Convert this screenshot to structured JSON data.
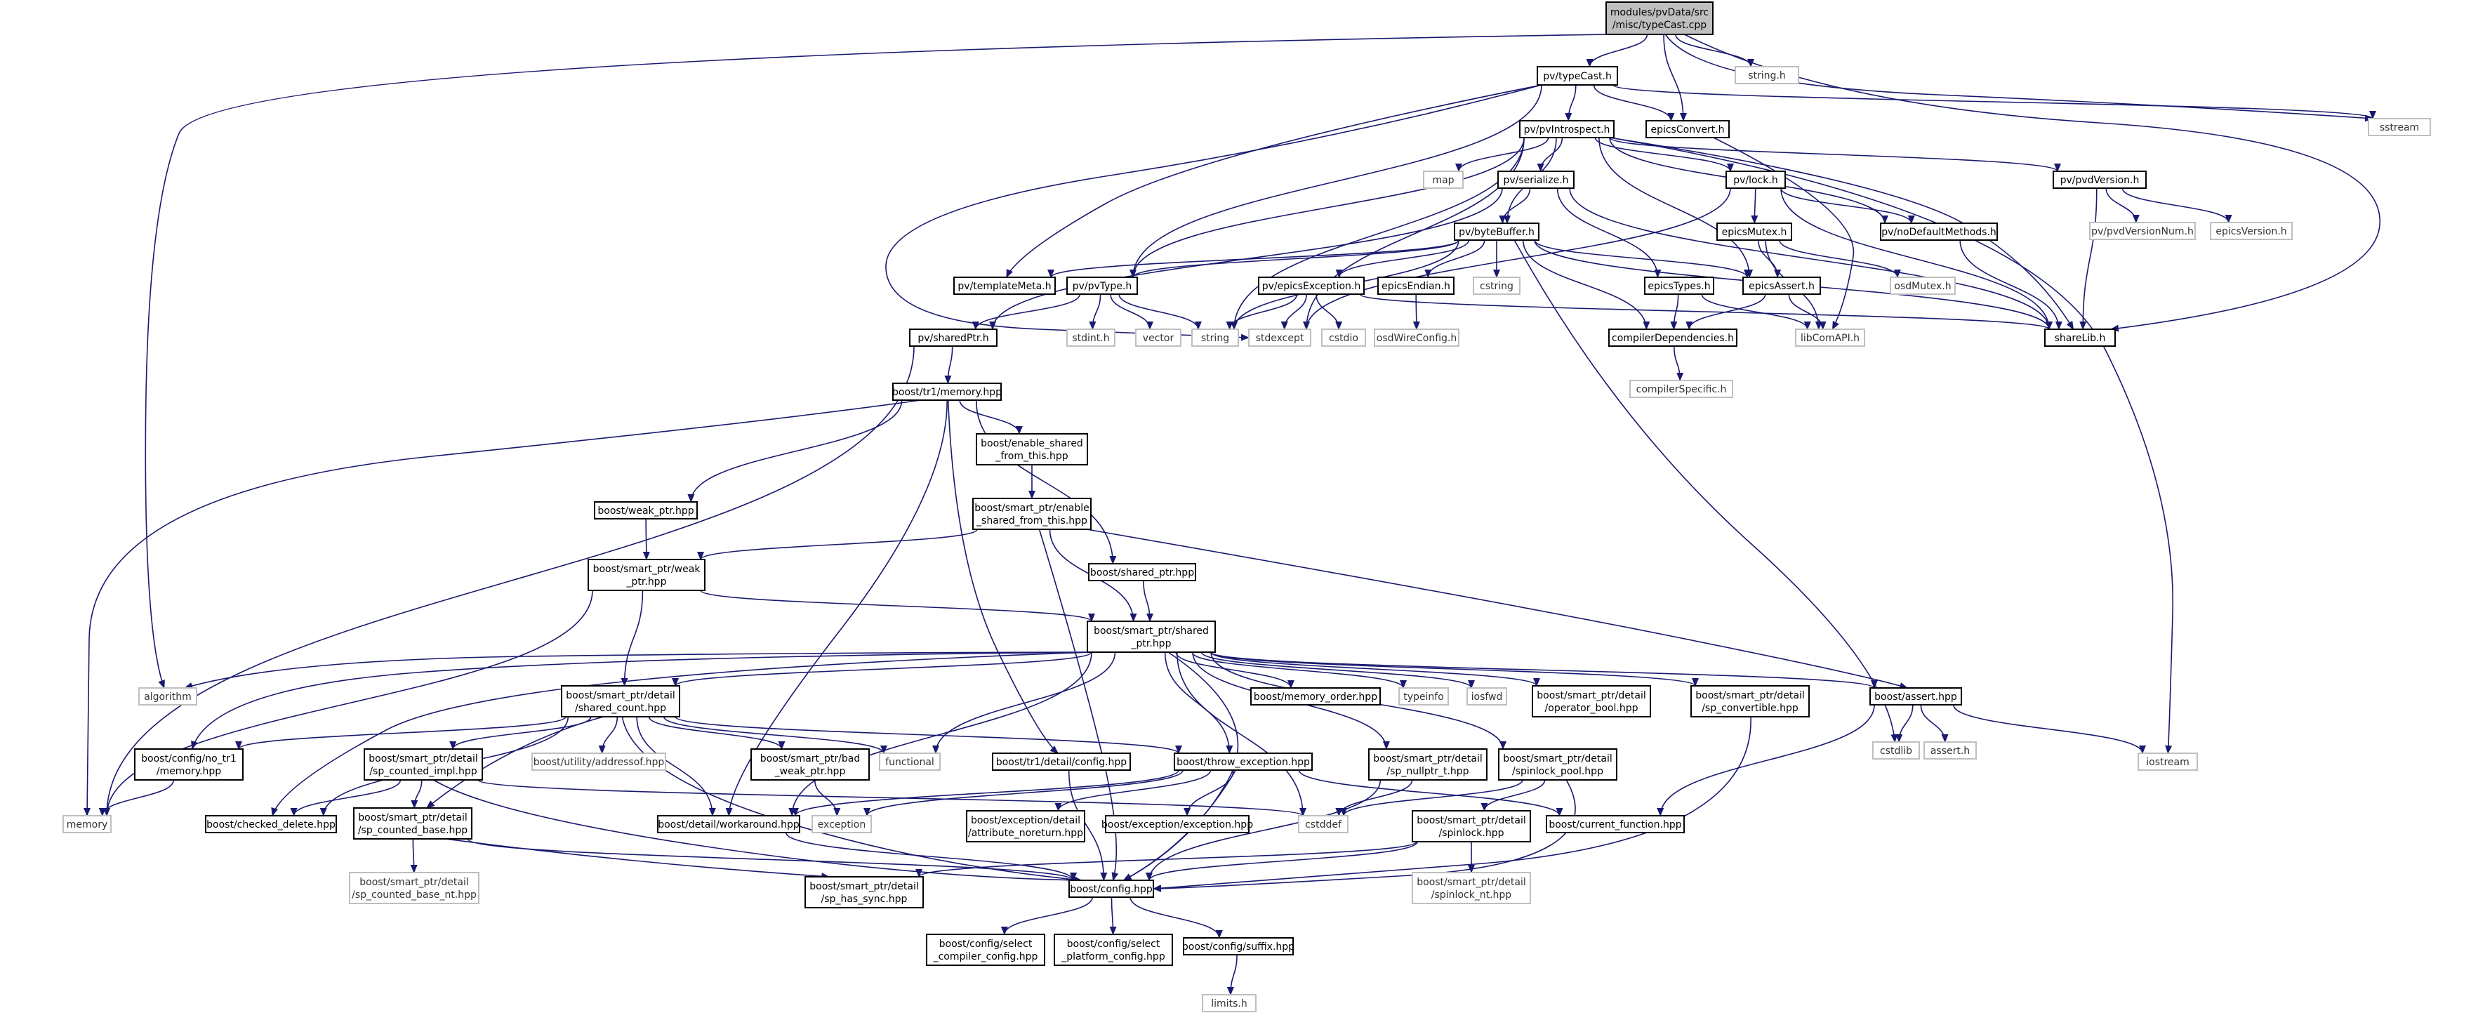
{
  "colors": {
    "edge": "#191970",
    "root_fill": "#bfbfbf",
    "node_border": "#000000",
    "system_border": "#bfbfbf"
  },
  "nodes": [
    {
      "id": "root",
      "label": [
        "modules/pvData/src",
        "/misc/typeCast.cpp"
      ],
      "kind": "root"
    },
    {
      "id": "typeCast",
      "label": [
        "pv/typeCast.h"
      ],
      "kind": "local"
    },
    {
      "id": "stringh",
      "label": [
        "string.h"
      ],
      "kind": "sys"
    },
    {
      "id": "sstream",
      "label": [
        "sstream"
      ],
      "kind": "sys"
    },
    {
      "id": "pvIntrospect",
      "label": [
        "pv/pvIntrospect.h"
      ],
      "kind": "local"
    },
    {
      "id": "epicsConvert",
      "label": [
        "epicsConvert.h"
      ],
      "kind": "local"
    },
    {
      "id": "map",
      "label": [
        "map"
      ],
      "kind": "sys"
    },
    {
      "id": "serialize",
      "label": [
        "pv/serialize.h"
      ],
      "kind": "local"
    },
    {
      "id": "lock",
      "label": [
        "pv/lock.h"
      ],
      "kind": "local"
    },
    {
      "id": "pvdVersion",
      "label": [
        "pv/pvdVersion.h"
      ],
      "kind": "local"
    },
    {
      "id": "pvdVersionNum",
      "label": [
        "pv/pvdVersionNum.h"
      ],
      "kind": "sys"
    },
    {
      "id": "epicsVersion",
      "label": [
        "epicsVersion.h"
      ],
      "kind": "sys"
    },
    {
      "id": "byteBuffer",
      "label": [
        "pv/byteBuffer.h"
      ],
      "kind": "local"
    },
    {
      "id": "epicsMutex",
      "label": [
        "epicsMutex.h"
      ],
      "kind": "local"
    },
    {
      "id": "noDefault",
      "label": [
        "pv/noDefaultMethods.h"
      ],
      "kind": "local"
    },
    {
      "id": "templateMeta",
      "label": [
        "pv/templateMeta.h"
      ],
      "kind": "local"
    },
    {
      "id": "pvType",
      "label": [
        "pv/pvType.h"
      ],
      "kind": "local"
    },
    {
      "id": "epicsException",
      "label": [
        "pv/epicsException.h"
      ],
      "kind": "local"
    },
    {
      "id": "epicsEndian",
      "label": [
        "epicsEndian.h"
      ],
      "kind": "local"
    },
    {
      "id": "cstring",
      "label": [
        "cstring"
      ],
      "kind": "sys"
    },
    {
      "id": "epicsTypes",
      "label": [
        "epicsTypes.h"
      ],
      "kind": "local"
    },
    {
      "id": "epicsAssert",
      "label": [
        "epicsAssert.h"
      ],
      "kind": "local"
    },
    {
      "id": "osdMutex",
      "label": [
        "osdMutex.h"
      ],
      "kind": "sys"
    },
    {
      "id": "stdint",
      "label": [
        "stdint.h"
      ],
      "kind": "sys"
    },
    {
      "id": "vector",
      "label": [
        "vector"
      ],
      "kind": "sys"
    },
    {
      "id": "string",
      "label": [
        "string"
      ],
      "kind": "sys"
    },
    {
      "id": "stdexcept",
      "label": [
        "stdexcept"
      ],
      "kind": "sys"
    },
    {
      "id": "cstdio",
      "label": [
        "cstdio"
      ],
      "kind": "sys"
    },
    {
      "id": "libComAPI",
      "label": [
        "libComAPI.h"
      ],
      "kind": "sys"
    },
    {
      "id": "shareLib",
      "label": [
        "shareLib.h"
      ],
      "kind": "local"
    },
    {
      "id": "sharedPtr",
      "label": [
        "pv/sharedPtr.h"
      ],
      "kind": "local"
    },
    {
      "id": "osdWireConfig",
      "label": [
        "osdWireConfig.h"
      ],
      "kind": "sys"
    },
    {
      "id": "compilerDep",
      "label": [
        "compilerDependencies.h"
      ],
      "kind": "local"
    },
    {
      "id": "compilerSpec",
      "label": [
        "compilerSpecific.h"
      ],
      "kind": "sys"
    },
    {
      "id": "tr1memory",
      "label": [
        "boost/tr1/memory.hpp"
      ],
      "kind": "local"
    },
    {
      "id": "enableShared",
      "label": [
        "boost/enable_shared",
        "_from_this.hpp"
      ],
      "kind": "local"
    },
    {
      "id": "spEnableShared",
      "label": [
        "boost/smart_ptr/enable",
        "_shared_from_this.hpp"
      ],
      "kind": "local"
    },
    {
      "id": "weakPtrHpp",
      "label": [
        "boost/weak_ptr.hpp"
      ],
      "kind": "local"
    },
    {
      "id": "spWeakPtr",
      "label": [
        "boost/smart_ptr/weak",
        "_ptr.hpp"
      ],
      "kind": "local"
    },
    {
      "id": "sharedPtrHpp",
      "label": [
        "boost/shared_ptr.hpp"
      ],
      "kind": "local"
    },
    {
      "id": "spSharedPtr",
      "label": [
        "boost/smart_ptr/shared",
        "_ptr.hpp"
      ],
      "kind": "local"
    },
    {
      "id": "algorithm",
      "label": [
        "algorithm"
      ],
      "kind": "sys"
    },
    {
      "id": "sharedCount",
      "label": [
        "boost/smart_ptr/detail",
        "/shared_count.hpp"
      ],
      "kind": "local"
    },
    {
      "id": "memoryOrder",
      "label": [
        "boost/memory_order.hpp"
      ],
      "kind": "local"
    },
    {
      "id": "typeinfo",
      "label": [
        "typeinfo"
      ],
      "kind": "sys"
    },
    {
      "id": "iosfwd",
      "label": [
        "iosfwd"
      ],
      "kind": "sys"
    },
    {
      "id": "operatorBool",
      "label": [
        "boost/smart_ptr/detail",
        "/operator_bool.hpp"
      ],
      "kind": "local"
    },
    {
      "id": "spConvertible",
      "label": [
        "boost/smart_ptr/detail",
        "/sp_convertible.hpp"
      ],
      "kind": "local"
    },
    {
      "id": "boostAssert",
      "label": [
        "boost/assert.hpp"
      ],
      "kind": "local"
    },
    {
      "id": "cstdlib",
      "label": [
        "cstdlib"
      ],
      "kind": "sys"
    },
    {
      "id": "asserth",
      "label": [
        "assert.h"
      ],
      "kind": "sys"
    },
    {
      "id": "iostream",
      "label": [
        "iostream"
      ],
      "kind": "sys"
    },
    {
      "id": "noTr1Memory",
      "label": [
        "boost/config/no_tr1",
        "/memory.hpp"
      ],
      "kind": "local"
    },
    {
      "id": "memory",
      "label": [
        "memory"
      ],
      "kind": "sys"
    },
    {
      "id": "addressof",
      "label": [
        "boost/utility/addressof.hpp"
      ],
      "kind": "sys"
    },
    {
      "id": "spCountedImpl",
      "label": [
        "boost/smart_ptr/detail",
        "/sp_counted_impl.hpp"
      ],
      "kind": "local"
    },
    {
      "id": "badWeakPtr",
      "label": [
        "boost/smart_ptr/bad",
        "_weak_ptr.hpp"
      ],
      "kind": "local"
    },
    {
      "id": "functional",
      "label": [
        "functional"
      ],
      "kind": "sys"
    },
    {
      "id": "tr1Config",
      "label": [
        "boost/tr1/detail/config.hpp"
      ],
      "kind": "local"
    },
    {
      "id": "throwException",
      "label": [
        "boost/throw_exception.hpp"
      ],
      "kind": "local"
    },
    {
      "id": "spNullptr",
      "label": [
        "boost/smart_ptr/detail",
        "/sp_nullptr_t.hpp"
      ],
      "kind": "local"
    },
    {
      "id": "spinlockPool",
      "label": [
        "boost/smart_ptr/detail",
        "/spinlock_pool.hpp"
      ],
      "kind": "local"
    },
    {
      "id": "checkedDelete",
      "label": [
        "boost/checked_delete.hpp"
      ],
      "kind": "local"
    },
    {
      "id": "spCountedBase",
      "label": [
        "boost/smart_ptr/detail",
        "/sp_counted_base.hpp"
      ],
      "kind": "local"
    },
    {
      "id": "workaround",
      "label": [
        "boost/detail/workaround.hpp"
      ],
      "kind": "local"
    },
    {
      "id": "exception",
      "label": [
        "exception"
      ],
      "kind": "sys"
    },
    {
      "id": "attrNoreturn",
      "label": [
        "boost/exception/detail",
        "/attribute_noreturn.hpp"
      ],
      "kind": "local"
    },
    {
      "id": "exceptionHpp",
      "label": [
        "boost/exception/exception.hpp"
      ],
      "kind": "local"
    },
    {
      "id": "cstddef",
      "label": [
        "cstddef"
      ],
      "kind": "sys"
    },
    {
      "id": "spinlock",
      "label": [
        "boost/smart_ptr/detail",
        "/spinlock.hpp"
      ],
      "kind": "local"
    },
    {
      "id": "currentFunction",
      "label": [
        "boost/current_function.hpp"
      ],
      "kind": "local"
    },
    {
      "id": "spCountedBaseNt",
      "label": [
        "boost/smart_ptr/detail",
        "/sp_counted_base_nt.hpp"
      ],
      "kind": "sys"
    },
    {
      "id": "spHasSync",
      "label": [
        "boost/smart_ptr/detail",
        "/sp_has_sync.hpp"
      ],
      "kind": "local"
    },
    {
      "id": "boostConfig",
      "label": [
        "boost/config.hpp"
      ],
      "kind": "local"
    },
    {
      "id": "spinlockNt",
      "label": [
        "boost/smart_ptr/detail",
        "/spinlock_nt.hpp"
      ],
      "kind": "sys"
    },
    {
      "id": "selectCompiler",
      "label": [
        "boost/config/select",
        "_compiler_config.hpp"
      ],
      "kind": "local"
    },
    {
      "id": "selectPlatform",
      "label": [
        "boost/config/select",
        "_platform_config.hpp"
      ],
      "kind": "local"
    },
    {
      "id": "suffix",
      "label": [
        "boost/config/suffix.hpp"
      ],
      "kind": "local"
    },
    {
      "id": "limits",
      "label": [
        "limits.h"
      ],
      "kind": "sys"
    }
  ],
  "edges": [
    [
      "root",
      "typeCast"
    ],
    [
      "root",
      "stringh"
    ],
    [
      "root",
      "sstream"
    ],
    [
      "root",
      "epicsConvert"
    ],
    [
      "root",
      "algorithm"
    ],
    [
      "root",
      "shareLib"
    ],
    [
      "typeCast",
      "pvIntrospect"
    ],
    [
      "typeCast",
      "epicsConvert"
    ],
    [
      "typeCast",
      "sstream"
    ],
    [
      "typeCast",
      "templateMeta"
    ],
    [
      "typeCast",
      "pvType"
    ],
    [
      "typeCast",
      "stdexcept"
    ],
    [
      "epicsConvert",
      "libComAPI"
    ],
    [
      "pvIntrospect",
      "map"
    ],
    [
      "pvIntrospect",
      "serialize"
    ],
    [
      "pvIntrospect",
      "lock"
    ],
    [
      "pvIntrospect",
      "pvdVersion"
    ],
    [
      "pvIntrospect",
      "byteBuffer"
    ],
    [
      "pvIntrospect",
      "noDefault"
    ],
    [
      "pvIntrospect",
      "pvType"
    ],
    [
      "pvIntrospect",
      "string"
    ],
    [
      "pvIntrospect",
      "stdexcept"
    ],
    [
      "pvIntrospect",
      "epicsAssert"
    ],
    [
      "pvIntrospect",
      "shareLib"
    ],
    [
      "pvIntrospect",
      "iostream"
    ],
    [
      "serialize",
      "byteBuffer"
    ],
    [
      "serialize",
      "sharedPtr"
    ],
    [
      "serialize",
      "epicsTypes"
    ],
    [
      "serialize",
      "shareLib"
    ],
    [
      "lock",
      "epicsMutex"
    ],
    [
      "lock",
      "noDefault"
    ],
    [
      "lock",
      "shareLib"
    ],
    [
      "lock",
      "stdexcept"
    ],
    [
      "pvdVersion",
      "pvdVersionNum"
    ],
    [
      "pvdVersion",
      "epicsVersion"
    ],
    [
      "pvdVersion",
      "shareLib"
    ],
    [
      "byteBuffer",
      "templateMeta"
    ],
    [
      "byteBuffer",
      "pvType"
    ],
    [
      "byteBuffer",
      "epicsException"
    ],
    [
      "byteBuffer",
      "epicsEndian"
    ],
    [
      "byteBuffer",
      "cstring"
    ],
    [
      "byteBuffer",
      "epicsAssert"
    ],
    [
      "byteBuffer",
      "compilerDep"
    ],
    [
      "byteBuffer",
      "shareLib"
    ],
    [
      "byteBuffer",
      "string"
    ],
    [
      "byteBuffer",
      "cstdlib"
    ],
    [
      "epicsMutex",
      "epicsAssert"
    ],
    [
      "epicsMutex",
      "osdMutex"
    ],
    [
      "epicsMutex",
      "libComAPI"
    ],
    [
      "noDefault",
      "shareLib"
    ],
    [
      "pvType",
      "stdint"
    ],
    [
      "pvType",
      "vector"
    ],
    [
      "pvType",
      "string"
    ],
    [
      "pvType",
      "sharedPtr"
    ],
    [
      "epicsException",
      "stdexcept"
    ],
    [
      "epicsException",
      "string"
    ],
    [
      "epicsException",
      "cstdio"
    ],
    [
      "epicsException",
      "shareLib"
    ],
    [
      "epicsEndian",
      "osdWireConfig"
    ],
    [
      "epicsTypes",
      "compilerDep"
    ],
    [
      "epicsTypes",
      "libComAPI"
    ],
    [
      "epicsAssert",
      "compilerDep"
    ],
    [
      "epicsAssert",
      "libComAPI"
    ],
    [
      "compilerDep",
      "compilerSpec"
    ],
    [
      "sharedPtr",
      "memory"
    ],
    [
      "sharedPtr",
      "tr1memory"
    ],
    [
      "tr1memory",
      "enableShared"
    ],
    [
      "tr1memory",
      "weakPtrHpp"
    ],
    [
      "tr1memory",
      "sharedPtrHpp"
    ],
    [
      "tr1memory",
      "memory"
    ],
    [
      "tr1memory",
      "tr1Config"
    ],
    [
      "tr1memory",
      "workaround"
    ],
    [
      "enableShared",
      "spEnableShared"
    ],
    [
      "spEnableShared",
      "spWeakPtr"
    ],
    [
      "spEnableShared",
      "spSharedPtr"
    ],
    [
      "spEnableShared",
      "boostAssert"
    ],
    [
      "spEnableShared",
      "boostConfig"
    ],
    [
      "weakPtrHpp",
      "spWeakPtr"
    ],
    [
      "spWeakPtr",
      "memory"
    ],
    [
      "spWeakPtr",
      "spSharedPtr"
    ],
    [
      "spWeakPtr",
      "sharedCount"
    ],
    [
      "sharedPtrHpp",
      "spSharedPtr"
    ],
    [
      "spSharedPtr",
      "algorithm"
    ],
    [
      "spSharedPtr",
      "sharedCount"
    ],
    [
      "spSharedPtr",
      "memoryOrder"
    ],
    [
      "spSharedPtr",
      "typeinfo"
    ],
    [
      "spSharedPtr",
      "iosfwd"
    ],
    [
      "spSharedPtr",
      "operatorBool"
    ],
    [
      "spSharedPtr",
      "spConvertible"
    ],
    [
      "spSharedPtr",
      "boostAssert"
    ],
    [
      "spSharedPtr",
      "noTr1Memory"
    ],
    [
      "spSharedPtr",
      "checkedDelete"
    ],
    [
      "spSharedPtr",
      "functional"
    ],
    [
      "spSharedPtr",
      "throwException"
    ],
    [
      "spSharedPtr",
      "spNullptr"
    ],
    [
      "spSharedPtr",
      "spinlockPool"
    ],
    [
      "spSharedPtr",
      "workaround"
    ],
    [
      "spSharedPtr",
      "cstddef"
    ],
    [
      "spSharedPtr",
      "boostConfig"
    ],
    [
      "sharedCount",
      "addressof"
    ],
    [
      "sharedCount",
      "spCountedImpl"
    ],
    [
      "sharedCount",
      "badWeakPtr"
    ],
    [
      "sharedCount",
      "functional"
    ],
    [
      "sharedCount",
      "throwException"
    ],
    [
      "sharedCount",
      "checkedDelete"
    ],
    [
      "sharedCount",
      "spCountedBase"
    ],
    [
      "sharedCount",
      "workaround"
    ],
    [
      "sharedCount",
      "noTr1Memory"
    ],
    [
      "sharedCount",
      "boostConfig"
    ],
    [
      "spConvertible",
      "boostConfig"
    ],
    [
      "boostAssert",
      "cstdlib"
    ],
    [
      "boostAssert",
      "asserth"
    ],
    [
      "boostAssert",
      "iostream"
    ],
    [
      "boostAssert",
      "currentFunction"
    ],
    [
      "noTr1Memory",
      "memory"
    ],
    [
      "spCountedImpl",
      "checkedDelete"
    ],
    [
      "spCountedImpl",
      "spCountedBase"
    ],
    [
      "spCountedImpl",
      "cstddef"
    ],
    [
      "spCountedImpl",
      "boostConfig"
    ],
    [
      "badWeakPtr",
      "exception"
    ],
    [
      "tr1Config",
      "boostConfig"
    ],
    [
      "throwException",
      "exception"
    ],
    [
      "throwException",
      "attrNoreturn"
    ],
    [
      "throwException",
      "exceptionHpp"
    ],
    [
      "throwException",
      "workaround"
    ],
    [
      "throwException",
      "currentFunction"
    ],
    [
      "throwException",
      "boostConfig"
    ],
    [
      "spNullptr",
      "cstddef"
    ],
    [
      "spNullptr",
      "boostConfig"
    ],
    [
      "spinlockPool",
      "spinlock"
    ],
    [
      "spinlockPool",
      "cstddef"
    ],
    [
      "spinlockPool",
      "boostConfig"
    ],
    [
      "spCountedBase",
      "spHasSync"
    ],
    [
      "spCountedBase",
      "spCountedBaseNt"
    ],
    [
      "spCountedBase",
      "boostConfig"
    ],
    [
      "workaround",
      "boostConfig"
    ],
    [
      "spinlock",
      "spinlockNt"
    ],
    [
      "spinlock",
      "spHasSync"
    ],
    [
      "spinlock",
      "boostConfig"
    ],
    [
      "boostConfig",
      "selectCompiler"
    ],
    [
      "boostConfig",
      "selectPlatform"
    ],
    [
      "boostConfig",
      "suffix"
    ],
    [
      "suffix",
      "limits"
    ]
  ]
}
